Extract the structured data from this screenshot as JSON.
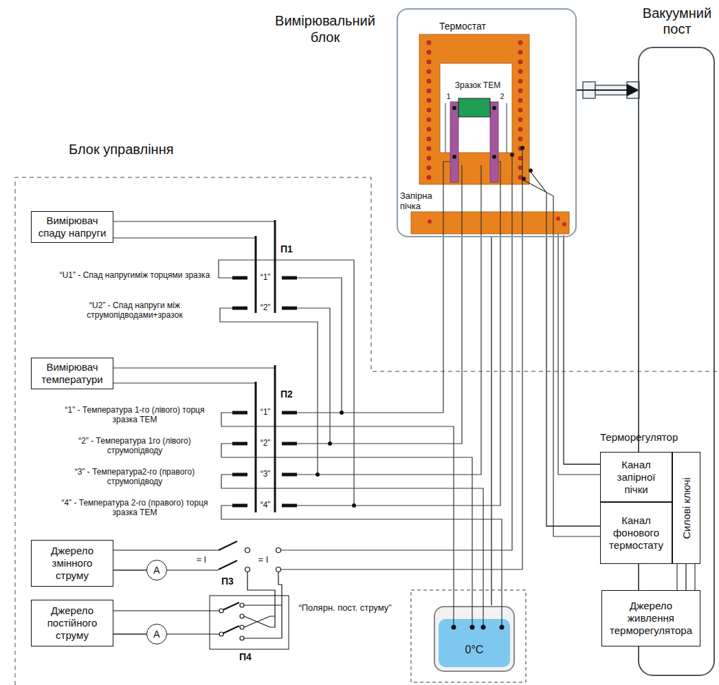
{
  "diagram": {
    "nodes": [
      {
        "text": [
          "Термостат"
        ]
      },
      {
        "text": [
          "Вакуумний пост"
        ]
      },
      {
        "text": [
          "Блок управління"
        ]
      },
      {
        "text": [
          "Вимірювач спаду напруги"
        ],
        "in": 2
      },
      {
        "text": [
          "Вимірювач температури"
        ],
        "in": 2
      },
      {
        "text": [
          "Джерело змінного струму"
        ],
        "in": 2
      },
      {
        "text": [
          "Джерело постійного струму"
        ],
        "in": 2
      },
      {
        "text": [
          "Терморегулятор"
        ],
        "in": 2
      },
      {
        "text": [
          "Канал запірної пічки"
        ],
        "in": 7
      },
      {
        "text": [
          "Канал фонового термостату"
        ],
        "in": 7
      },
      {
        "text": [
          "Силові ключі"
        ],
        "in": 7
      },
      {
        "text": [
          "Джерело живлення терморегулятора"
        ],
        "in": 2
      },
      {
        "text": [
          "0°C"
        ]
      },
      {
        "text": [
          "Зразок ТЕМ"
        ],
        "in": 0
      },
      {
        "text": [
          "Запірна пічка"
        ],
        "in": 0
      },
      {
        "text": [
          "A"
        ],
        "in": 2
      },
      {
        "text": [
          "A"
        ],
        "in": 2
      }
    ],
    "edges": [
      {
        "from": 0,
        "to": 1,
        "arrow": "to"
      },
      {
        "from": 11,
        "to": 10,
        "arrow": "none"
      },
      {
        "from": 8,
        "to": 14,
        "arrow": "none"
      },
      {
        "from": 9,
        "to": 0,
        "arrow": "none"
      },
      {
        "from": 5,
        "to": 15,
        "arrow": "none"
      },
      {
        "from": 6,
        "to": 16,
        "arrow": "none"
      },
      {
        "from": 0,
        "to": 12,
        "arrow": "none"
      }
    ],
    "labels": [
      "Вимірювальний блок",
      "П1",
      "“U1” - Спад напругиміж торцями зразка",
      "“1”",
      "“U2” - Спад напруги між струмопідводами+зразок",
      "“2”",
      "П2",
      "“1” - Температура 1-го (лівого) торця зразка ТЕМ",
      "“1”",
      "“2” - Температура 1го (лівого) струмопідводу",
      "“2”",
      "“3” - Температура2-го (правого) струмопідводу",
      "“3”",
      "“4” - Температура 2-го (правого) торця зразка ТЕМ",
      "“4”",
      "≈ I",
      "= I",
      "П3",
      "“Полярн. пост. струму”",
      "П4",
      "1",
      "2"
    ]
  }
}
